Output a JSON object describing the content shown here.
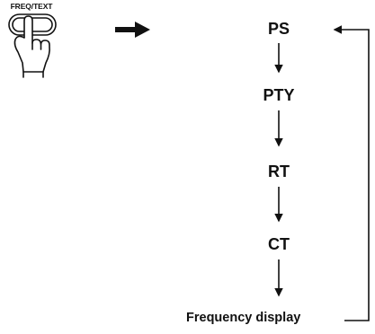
{
  "button": {
    "label": "FREQ/TEXT",
    "icon": "hand-pressing-button-icon"
  },
  "flow": {
    "items": [
      "PS",
      "PTY",
      "RT",
      "CT"
    ],
    "final": "Frequency display"
  }
}
